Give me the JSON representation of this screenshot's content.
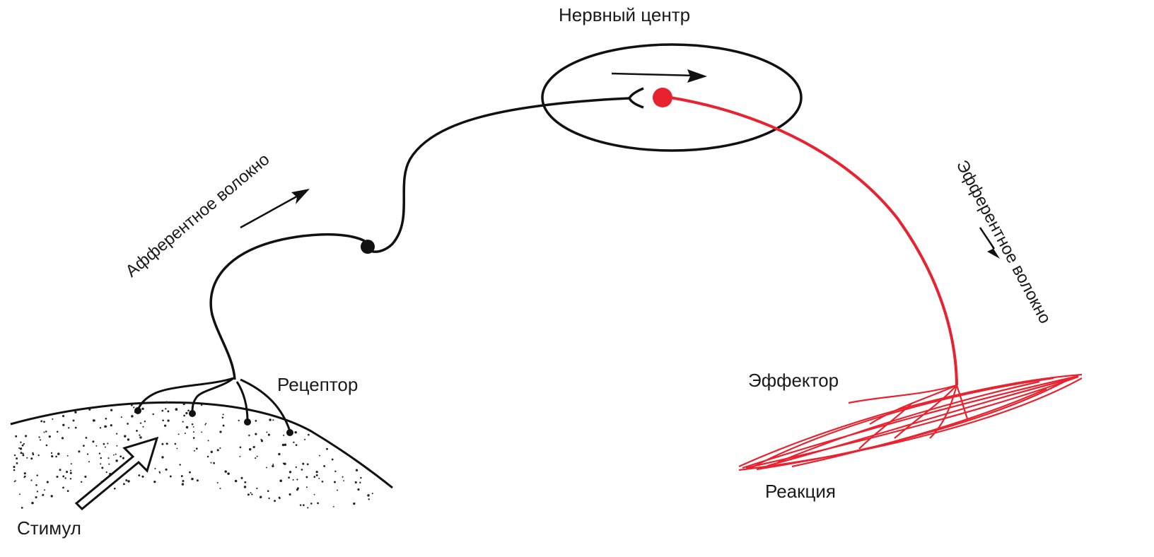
{
  "labels": {
    "nerve_center": "Нервный центр",
    "afferent_fiber": "Афферентное волокно",
    "efferent_fiber": "Эфферентное волокно",
    "receptor": "Рецептор",
    "effector": "Эффектор",
    "reaction": "Реакция",
    "stimulus": "Стимул"
  },
  "colors": {
    "afferent": "#111111",
    "efferent": "#e8232f",
    "text": "#1a1a1a"
  }
}
